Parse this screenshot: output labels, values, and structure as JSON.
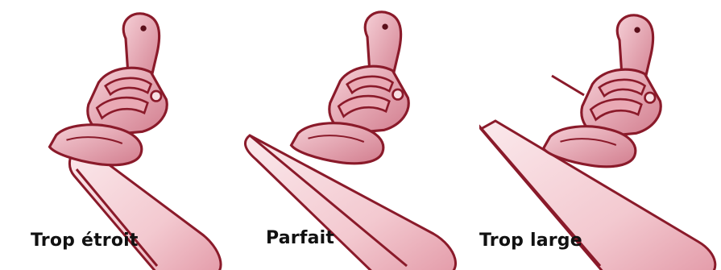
{
  "panels": [
    {
      "label": "Trop étroit",
      "icon": "snowboard-binding-narrow"
    },
    {
      "label": "Parfait",
      "icon": "snowboard-binding-perfect"
    },
    {
      "label": "Trop large",
      "icon": "snowboard-binding-wide"
    }
  ],
  "colors": {
    "outline": "#8a1a2a",
    "fill_light": "#f7dfe3",
    "fill_mid": "#e9a9b4",
    "fill_dark": "#c86a7c",
    "caption": "#111111"
  }
}
